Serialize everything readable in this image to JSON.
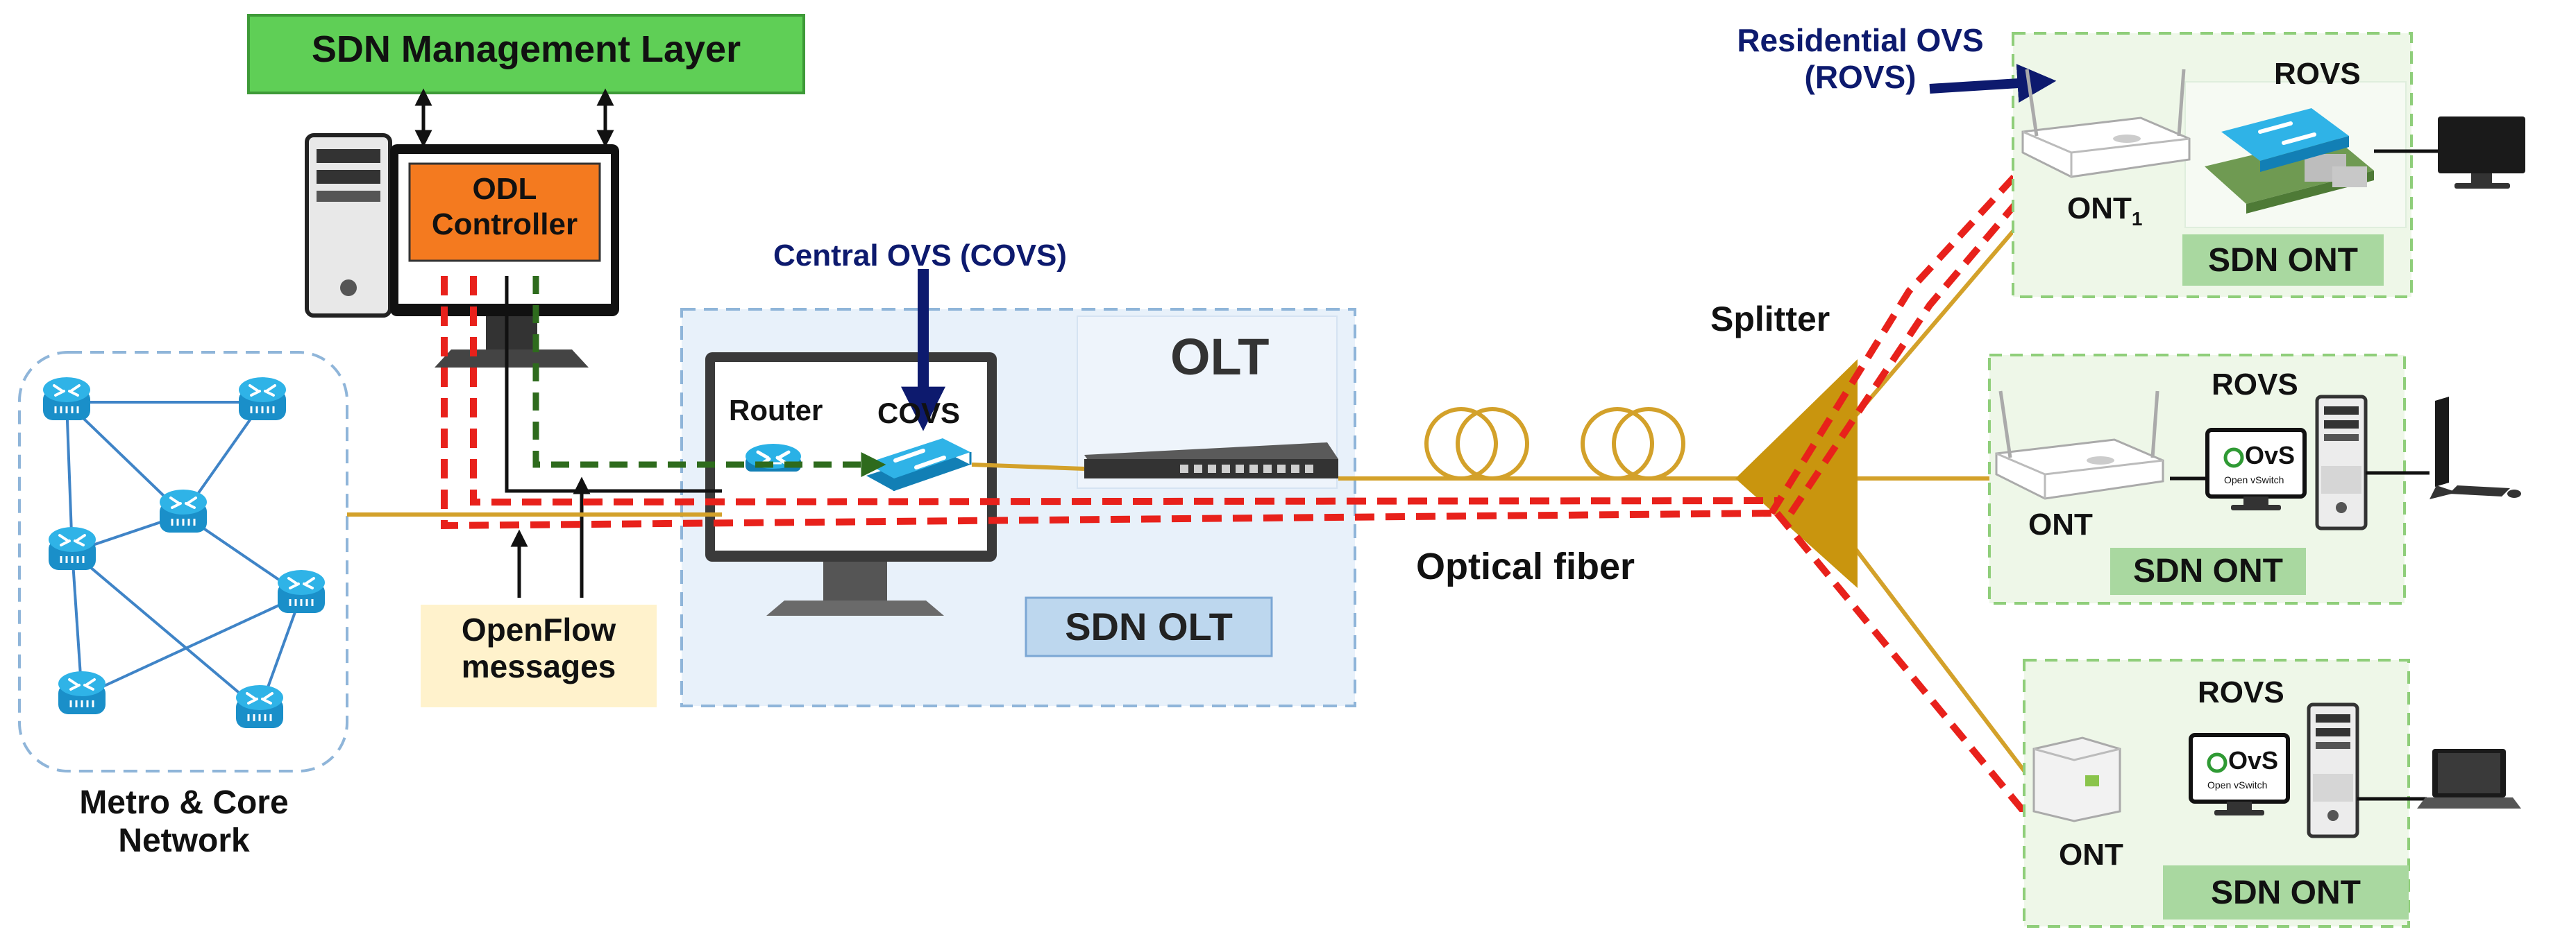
{
  "labels": {
    "sdn_management": "SDN Management Layer",
    "odl_controller_line1": "ODL",
    "odl_controller_line2": "Controller",
    "central_ovs": "Central OVS (COVS)",
    "router": "Router",
    "covs": "COVS",
    "olt": "OLT",
    "sdn_olt": "SDN OLT",
    "openflow_line1": "OpenFlow",
    "openflow_line2": "messages",
    "metro_line1": "Metro & Core",
    "metro_line2": "Network",
    "optical_fiber": "Optical fiber",
    "splitter": "Splitter",
    "residential_ovs_line1": "Residential OVS",
    "residential_ovs_line2": "(ROVS)",
    "ont1": "ONT",
    "ont1_sub": "1",
    "ont2": "ONT",
    "ont3": "ONT",
    "rovs1": "ROVS",
    "rovs2": "ROVS",
    "rovs3": "ROVS",
    "sdn_ont1": "SDN ONT",
    "sdn_ont2": "SDN ONT",
    "sdn_ont3": "SDN ONT",
    "ovs_logo": "OvS",
    "ovs_logo_sub": "Open vSwitch"
  },
  "colors": {
    "mgmt_green": "#5fcf56",
    "controller_orange": "#f47a1f",
    "fiber_gold": "#d3a12a",
    "signal_red": "#e8211b",
    "signal_darkgreen": "#2e6b1d",
    "navy": "#0d1a6e",
    "router_blue": "#1ea5dd"
  }
}
